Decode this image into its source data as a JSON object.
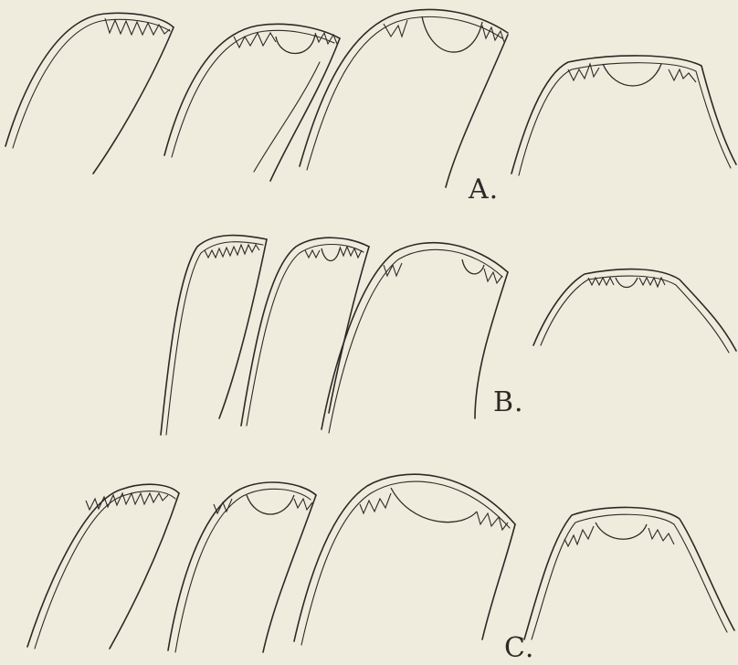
{
  "plate": {
    "background": "#efecdd",
    "ink": "#2b2a27",
    "rows": [
      {
        "label": "A.",
        "figure_count": 4
      },
      {
        "label": "B.",
        "figure_count": 4
      },
      {
        "label": "C.",
        "figure_count": 4
      }
    ]
  }
}
